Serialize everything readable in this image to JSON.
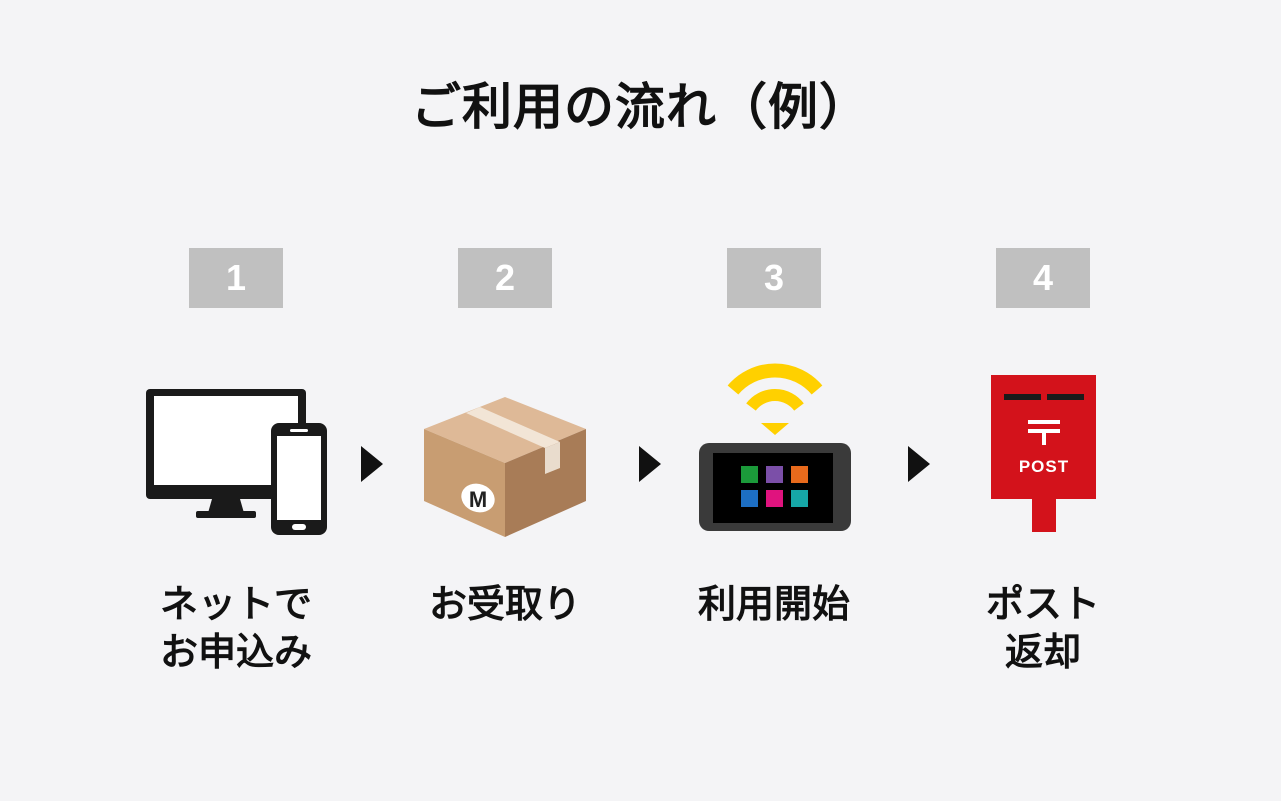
{
  "title": "ご利用の流れ（例）",
  "steps": [
    {
      "number": "1",
      "label_lines": [
        "ネットで",
        "お申込み"
      ],
      "icon": "computer-and-phone-icon"
    },
    {
      "number": "2",
      "label_lines": [
        "お受取り"
      ],
      "icon": "package-box-icon"
    },
    {
      "number": "3",
      "label_lines": [
        "利用開始"
      ],
      "icon": "pocket-wifi-router-icon"
    },
    {
      "number": "4",
      "label_lines": [
        "ポスト",
        "返却"
      ],
      "icon": "mailbox-icon"
    }
  ],
  "box_mark": "M",
  "mailbox_text": "POST",
  "colors": {
    "background": "#f4f4f6",
    "badge": "#c0c0c0",
    "wifi": "#ffd000",
    "mailbox": "#d3121b",
    "box": "#c89d72"
  }
}
